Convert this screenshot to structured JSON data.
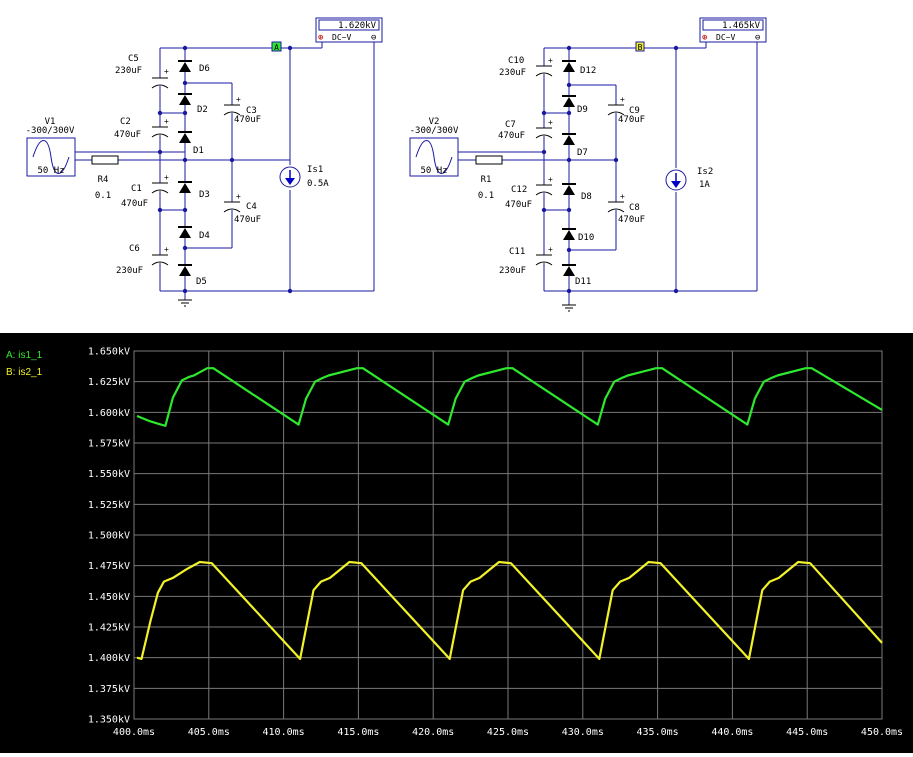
{
  "colors": {
    "wire": "#1a1aa0",
    "component": "#000000",
    "trace_a": "#2ee82e",
    "trace_b": "#f2f22a",
    "scope_bg": "#000000",
    "grid": "#7a7a7a",
    "probe_a": "#2ee82e",
    "probe_b": "#f2f22a"
  },
  "schematic": {
    "meter1": {
      "value": "1.620kV",
      "mode": "DC~V",
      "plus": "⊕",
      "minus": "⊖"
    },
    "meter2": {
      "value": "1.465kV",
      "mode": "DC~V",
      "plus": "⊕",
      "minus": "⊖"
    },
    "probe_a": "A",
    "probe_b": "B",
    "source1": {
      "name": "V1",
      "amplitude": "-300/300V",
      "freq": "50 Hz"
    },
    "source2": {
      "name": "V2",
      "amplitude": "-300/300V",
      "freq": "50 Hz"
    },
    "r4": {
      "name": "R4",
      "value": "0.1"
    },
    "r1": {
      "name": "R1",
      "value": "0.1"
    },
    "is1": {
      "name": "Is1",
      "value": "0.5A"
    },
    "is2": {
      "name": "Is2",
      "value": "1A"
    },
    "caps_left": {
      "c5": {
        "name": "C5",
        "value": "230uF"
      },
      "c2": {
        "name": "C2",
        "value": "470uF"
      },
      "c1": {
        "name": "C1",
        "value": "470uF"
      },
      "c6": {
        "name": "C6",
        "value": "230uF"
      },
      "c3": {
        "name": "C3",
        "value": "470uF"
      },
      "c4": {
        "name": "C4",
        "value": "470uF"
      }
    },
    "caps_right": {
      "c10": {
        "name": "C10",
        "value": "230uF"
      },
      "c7": {
        "name": "C7",
        "value": "470uF"
      },
      "c12": {
        "name": "C12",
        "value": "470uF"
      },
      "c11": {
        "name": "C11",
        "value": "230uF"
      },
      "c9": {
        "name": "C9",
        "value": "470uF"
      },
      "c8": {
        "name": "C8",
        "value": "470uF"
      }
    },
    "diodes_left": [
      "D6",
      "D2",
      "D1",
      "D3",
      "D4",
      "D5"
    ],
    "diodes_right": [
      "D12",
      "D9",
      "D7",
      "D8",
      "D10",
      "D11"
    ],
    "plus": "+"
  },
  "scope": {
    "legend": [
      {
        "label": "A: is1_1"
      },
      {
        "label": "B: is2_1"
      }
    ],
    "y_ticks": [
      "1.650kV",
      "1.625kV",
      "1.600kV",
      "1.575kV",
      "1.550kV",
      "1.525kV",
      "1.500kV",
      "1.475kV",
      "1.450kV",
      "1.425kV",
      "1.400kV",
      "1.375kV",
      "1.350kV"
    ],
    "x_ticks": [
      "400.0ms",
      "405.0ms",
      "410.0ms",
      "415.0ms",
      "420.0ms",
      "425.0ms",
      "430.0ms",
      "435.0ms",
      "440.0ms",
      "445.0ms",
      "450.0ms"
    ]
  },
  "chart_data": {
    "type": "line",
    "xlabel": "",
    "ylabel": "",
    "xlim": [
      400.0,
      450.0
    ],
    "ylim": [
      1.35,
      1.65
    ],
    "grid": true,
    "legend_position": "top-left",
    "x_unit": "ms",
    "y_unit": "kV",
    "series": [
      {
        "name": "A: is1_1",
        "color": "#2ee82e",
        "points": [
          [
            400.2,
            1.597
          ],
          [
            401.0,
            1.593
          ],
          [
            401.8,
            1.59
          ],
          [
            402.1,
            1.589
          ],
          [
            402.6,
            1.612
          ],
          [
            403.2,
            1.626
          ],
          [
            403.7,
            1.629
          ],
          [
            404.0,
            1.63
          ],
          [
            404.9,
            1.636
          ],
          [
            405.3,
            1.636
          ],
          [
            411.0,
            1.59
          ],
          [
            411.5,
            1.611
          ],
          [
            412.1,
            1.625
          ],
          [
            412.6,
            1.628
          ],
          [
            413.0,
            1.63
          ],
          [
            414.9,
            1.636
          ],
          [
            415.3,
            1.636
          ],
          [
            421.0,
            1.59
          ],
          [
            421.5,
            1.611
          ],
          [
            422.1,
            1.625
          ],
          [
            422.6,
            1.628
          ],
          [
            423.0,
            1.63
          ],
          [
            424.9,
            1.636
          ],
          [
            425.3,
            1.636
          ],
          [
            431.0,
            1.59
          ],
          [
            431.5,
            1.611
          ],
          [
            432.1,
            1.625
          ],
          [
            432.6,
            1.628
          ],
          [
            433.0,
            1.63
          ],
          [
            434.9,
            1.636
          ],
          [
            435.3,
            1.636
          ],
          [
            441.0,
            1.59
          ],
          [
            441.5,
            1.611
          ],
          [
            442.1,
            1.625
          ],
          [
            442.6,
            1.628
          ],
          [
            443.0,
            1.63
          ],
          [
            444.9,
            1.636
          ],
          [
            445.3,
            1.636
          ],
          [
            450.0,
            1.602
          ]
        ]
      },
      {
        "name": "B: is2_1",
        "color": "#f2f22a",
        "points": [
          [
            400.2,
            1.4
          ],
          [
            400.5,
            1.399
          ],
          [
            401.1,
            1.43
          ],
          [
            401.6,
            1.453
          ],
          [
            402.0,
            1.462
          ],
          [
            402.6,
            1.465
          ],
          [
            403.5,
            1.472
          ],
          [
            404.4,
            1.478
          ],
          [
            405.2,
            1.477
          ],
          [
            411.1,
            1.399
          ],
          [
            411.6,
            1.43
          ],
          [
            412.0,
            1.455
          ],
          [
            412.5,
            1.462
          ],
          [
            413.1,
            1.465
          ],
          [
            414.4,
            1.478
          ],
          [
            415.2,
            1.477
          ],
          [
            421.1,
            1.399
          ],
          [
            421.6,
            1.43
          ],
          [
            422.0,
            1.455
          ],
          [
            422.5,
            1.462
          ],
          [
            423.1,
            1.465
          ],
          [
            424.4,
            1.478
          ],
          [
            425.2,
            1.477
          ],
          [
            431.1,
            1.399
          ],
          [
            431.6,
            1.43
          ],
          [
            432.0,
            1.455
          ],
          [
            432.5,
            1.462
          ],
          [
            433.1,
            1.465
          ],
          [
            434.4,
            1.478
          ],
          [
            435.2,
            1.477
          ],
          [
            441.1,
            1.399
          ],
          [
            441.6,
            1.43
          ],
          [
            442.0,
            1.455
          ],
          [
            442.5,
            1.462
          ],
          [
            443.1,
            1.465
          ],
          [
            444.4,
            1.478
          ],
          [
            445.2,
            1.477
          ],
          [
            450.0,
            1.412
          ]
        ]
      }
    ]
  }
}
